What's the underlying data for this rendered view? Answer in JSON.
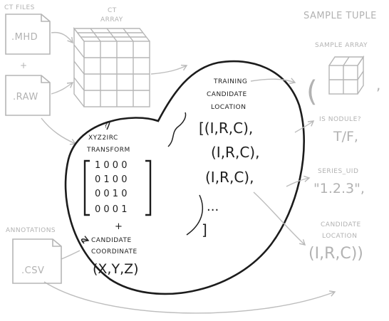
{
  "ct_files": {
    "title": "CT FILES",
    "mhd": ".MHD",
    "plus": "+",
    "raw": ".RAW"
  },
  "ct_array": {
    "line1": "CT",
    "line2": "ARRAY"
  },
  "annotations": {
    "title": "ANNOTATIONS",
    "csv": ".CSV"
  },
  "transform": {
    "question": "?",
    "line1": "XYZ2IRC",
    "line2": "TRANSFORM",
    "matrix": [
      "1 0 0 0",
      "0 1 0 0",
      "0 0 1 0",
      "0 0 0 1"
    ],
    "plus": "+",
    "cand1": "CANDIDATE",
    "cand2": "COORDINATE",
    "xyz": "(X,Y,Z)"
  },
  "training": {
    "line1": "TRAINING",
    "line2": "CANDIDATE",
    "line3": "LOCATION",
    "rows": [
      "[(I,R,C),",
      "(I,R,C),",
      "(I,R,C),"
    ],
    "ellipsis": "...",
    "close": "]"
  },
  "sample_tuple": {
    "title": "SAMPLE TUPLE",
    "array_label": "SAMPLE ARRAY",
    "open_paren": "(",
    "comma": ",",
    "nodule_label": "IS NODULE?",
    "nodule_value": "T/F,",
    "series_label": "SERIES_UID",
    "series_value": "\"1.2.3\",",
    "loc1": "CANDIDATE",
    "loc2": "LOCATION",
    "loc_value": "(I,R,C))"
  }
}
